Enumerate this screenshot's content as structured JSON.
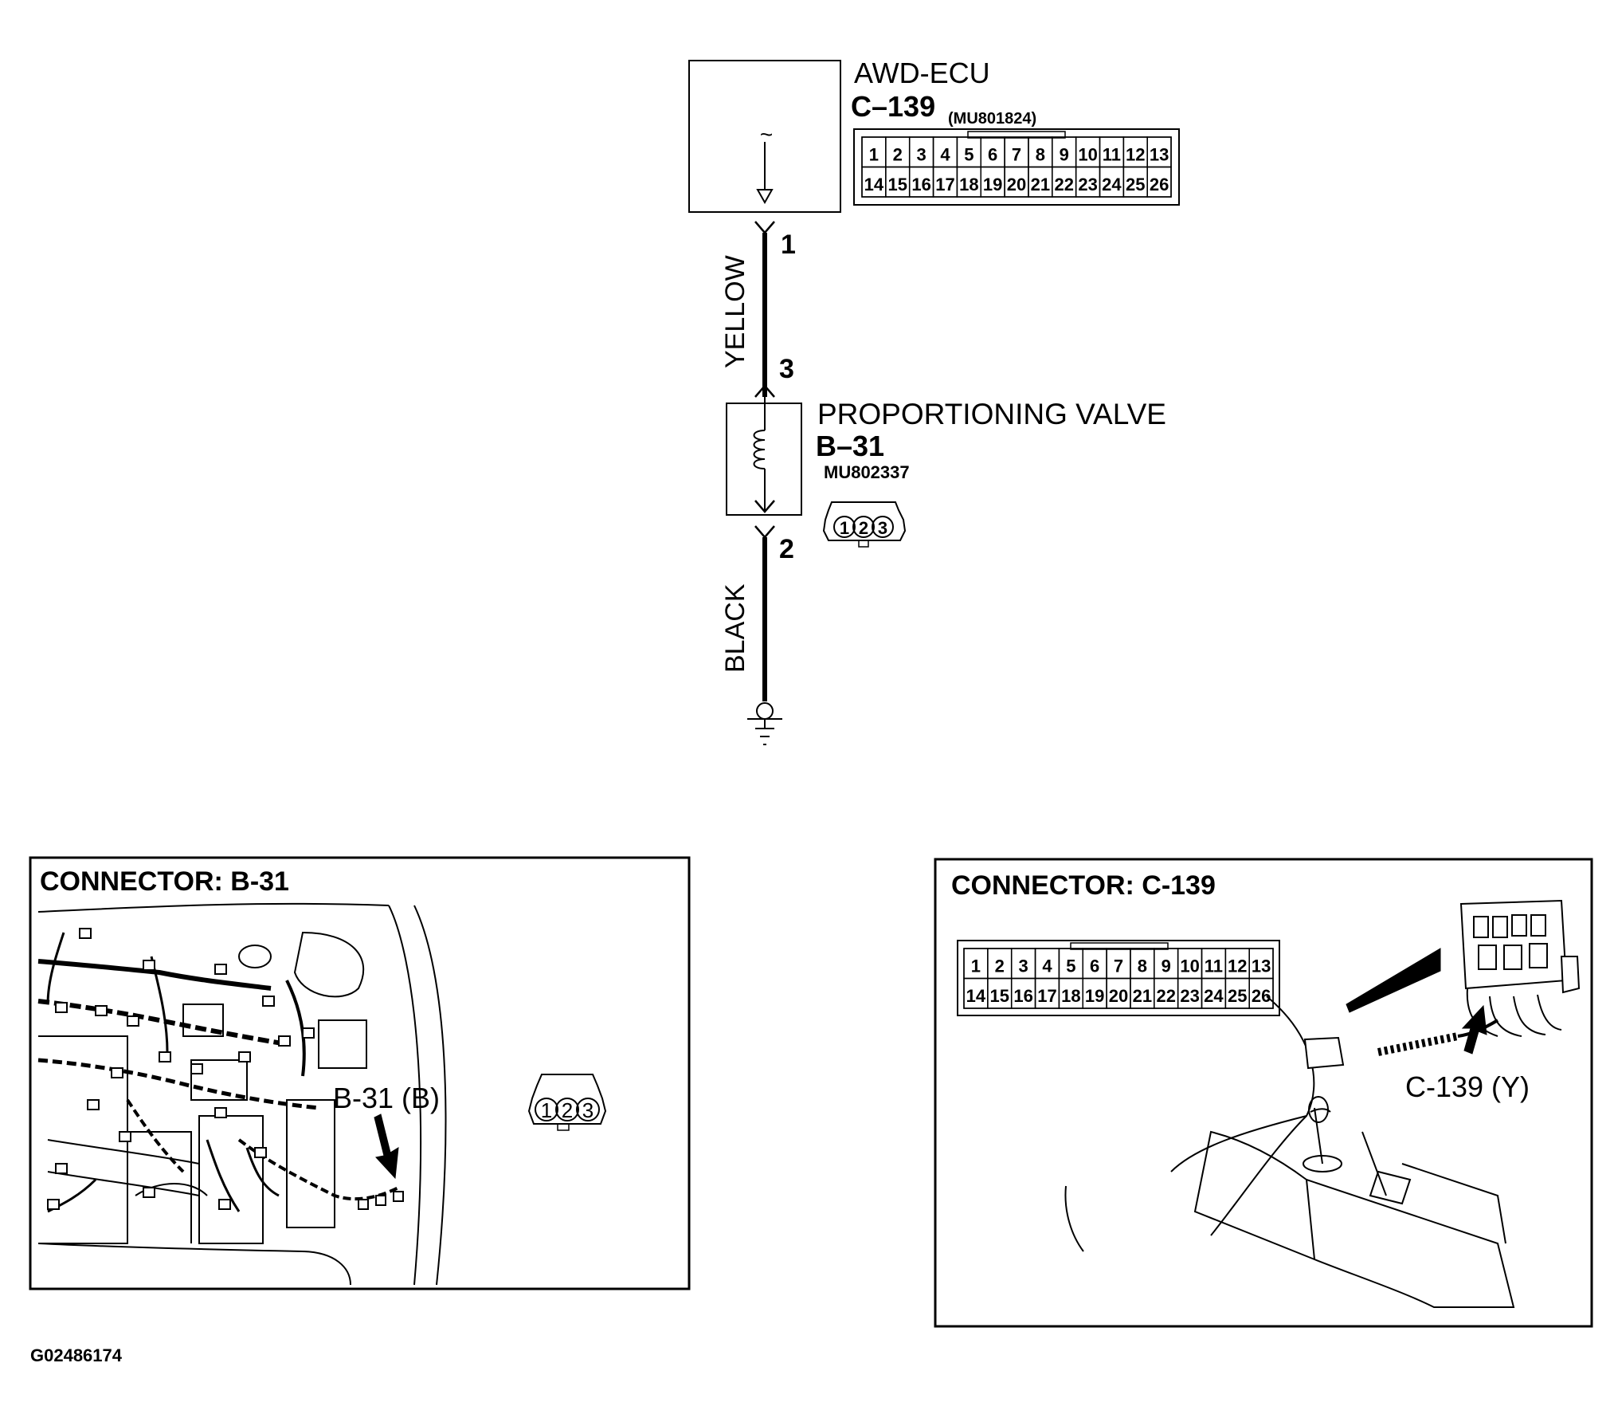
{
  "schematic": {
    "ecu": {
      "name": "AWD-ECU",
      "connector_id": "C–139",
      "part_number": "(MU801824)",
      "pins_row1": [
        "1",
        "2",
        "3",
        "4",
        "5",
        "6",
        "7",
        "8",
        "9",
        "10",
        "11",
        "12",
        "13"
      ],
      "pins_row2": [
        "14",
        "15",
        "16",
        "17",
        "18",
        "19",
        "20",
        "21",
        "22",
        "23",
        "24",
        "25",
        "26"
      ]
    },
    "wire_yellow": {
      "color_label": "YELLOW",
      "pin_top": "1",
      "pin_bottom": "3"
    },
    "valve": {
      "name": "PROPORTIONING VALVE",
      "connector_id": "B–31",
      "part_number": "MU802337",
      "pins": [
        "1",
        "2",
        "3"
      ]
    },
    "wire_black": {
      "color_label": "BLACK",
      "pin_top": "2"
    }
  },
  "panel_b31": {
    "title": "CONNECTOR: B-31",
    "callout": "B-31 (B)",
    "pins": [
      "1",
      "2",
      "3"
    ]
  },
  "panel_c139": {
    "title": "CONNECTOR: C-139",
    "callout": "C-139 (Y)",
    "pins_row1": [
      "1",
      "2",
      "3",
      "4",
      "5",
      "6",
      "7",
      "8",
      "9",
      "10",
      "11",
      "12",
      "13"
    ],
    "pins_row2": [
      "14",
      "15",
      "16",
      "17",
      "18",
      "19",
      "20",
      "21",
      "22",
      "23",
      "24",
      "25",
      "26"
    ]
  },
  "figure_id": "G02486174"
}
